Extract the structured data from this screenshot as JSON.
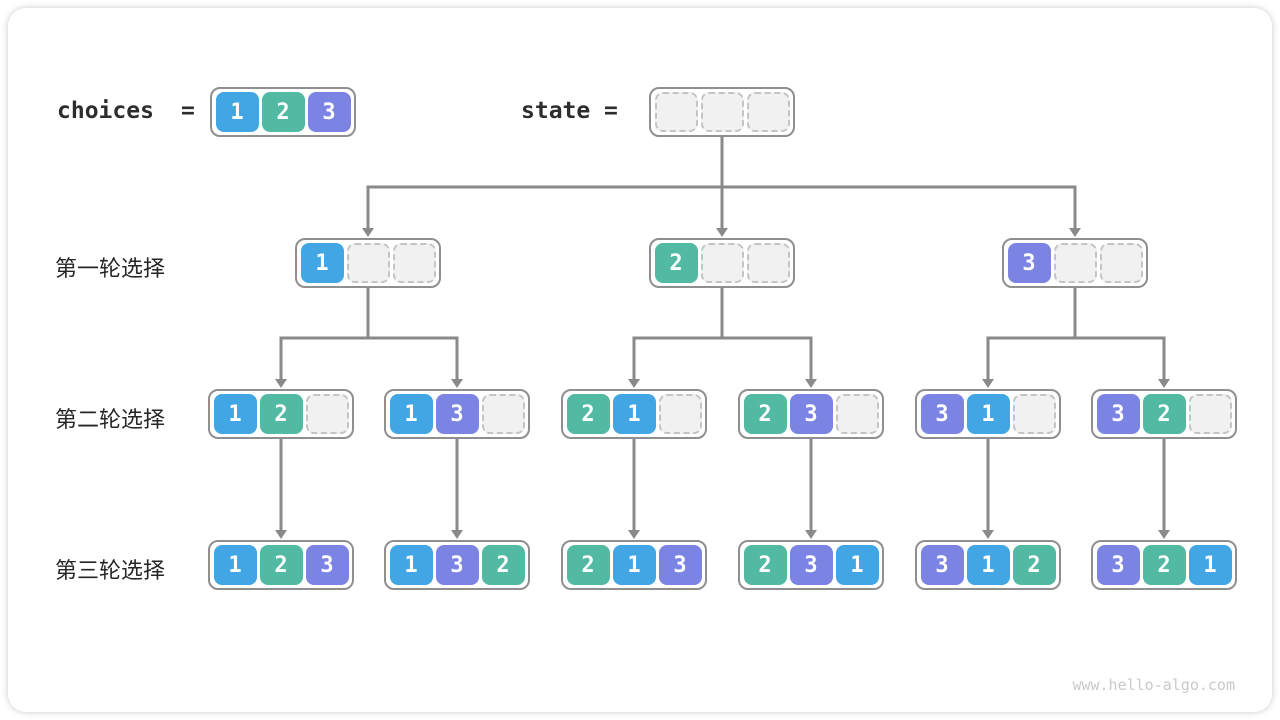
{
  "header": {
    "choices_label": "choices",
    "choices_equals": "=",
    "choices_values": [
      1,
      2,
      3
    ],
    "state_label": "state",
    "state_equals": "=",
    "state_values": [
      null,
      null,
      null
    ]
  },
  "rows": [
    {
      "label": "第一轮选择",
      "nodes": [
        [
          1,
          null,
          null
        ],
        [
          2,
          null,
          null
        ],
        [
          3,
          null,
          null
        ]
      ]
    },
    {
      "label": "第二轮选择",
      "nodes": [
        [
          1,
          2,
          null
        ],
        [
          1,
          3,
          null
        ],
        [
          2,
          1,
          null
        ],
        [
          2,
          3,
          null
        ],
        [
          3,
          1,
          null
        ],
        [
          3,
          2,
          null
        ]
      ]
    },
    {
      "label": "第三轮选择",
      "nodes": [
        [
          1,
          2,
          3
        ],
        [
          1,
          3,
          2
        ],
        [
          2,
          1,
          3
        ],
        [
          2,
          3,
          1
        ],
        [
          3,
          1,
          2
        ],
        [
          3,
          2,
          1
        ]
      ]
    }
  ],
  "colors": {
    "c1": "#43A6E4",
    "c2": "#52B9A3",
    "c3": "#7B84E2",
    "line": "#8a8a8a",
    "empty_fill": "#f1f1f2",
    "empty_border": "#c4c4c4"
  },
  "footer": {
    "watermark": "www.hello-algo.com"
  }
}
